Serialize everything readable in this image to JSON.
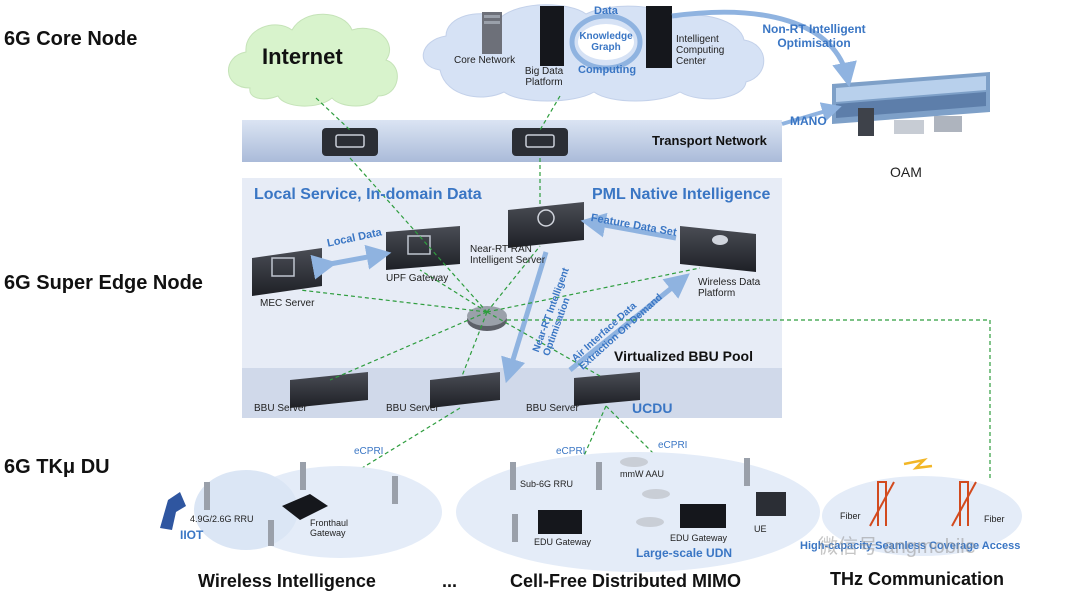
{
  "tiers": {
    "core": "6G Core Node",
    "edge": "6G Super Edge Node",
    "du": "6G TKμ DU"
  },
  "core": {
    "internet": "Internet",
    "core_network": "Core Network",
    "big_data": "Big Data Platform",
    "data_label": "Data",
    "knowledge_graph": "Knowledge Graph",
    "computing_label": "Computing",
    "intelligent_center": "Intelligent Computing Center",
    "non_rt": "Non-RT Intelligent Optimisation",
    "mano": "MANO",
    "oam": "OAM",
    "transport": "Transport Network"
  },
  "edge": {
    "local_service": "Local Service, In-domain Data",
    "pml": "PML Native Intelligence",
    "local_data": "Local Data",
    "feature_data": "Feature Data Set",
    "upf": "UPF Gateway",
    "near_rt_server": "Near-RT RAN Intelligent Server",
    "mec": "MEC Server",
    "wireless_data": "Wireless Data Platform",
    "near_rt_opt": "Near-RT Intelligent Optimisation",
    "air_interface": "Air Interface Data Extraction On Demand",
    "bbu_pool": "Virtualized BBU Pool",
    "bbu1": "BBU Server",
    "bbu2": "BBU Server",
    "bbu3": "BBU Server",
    "ucdu": "UCDU"
  },
  "du": {
    "cpri1": "eCPRI",
    "cpri2": "eCPRI",
    "cpri3": "eCPRI",
    "rru_4g": "4.9G/2.6G RRU",
    "fronthaul": "Fronthaul Gateway",
    "iiot": "IIOT",
    "sub6g": "Sub-6G RRU",
    "mmw": "mmW AAU",
    "edu1": "EDU Gateway",
    "edu2": "EDU Gateway",
    "ue": "UE",
    "udn": "Large-scale UDN",
    "fiber1": "Fiber",
    "fiber2": "Fiber",
    "thz_caption": "High-capacity Seamless Coverage Access"
  },
  "bottom": {
    "wireless": "Wireless Intelligence",
    "ellipsis": "...",
    "cellfree": "Cell-Free Distributed MIMO",
    "thz": "THz Communication"
  },
  "watermark": "微信号 angmobile",
  "colors": {
    "accent_blue": "#3a76c4",
    "arrow_blue": "#8fb3e0",
    "dashed_green": "#2e9d3e",
    "internet_cloud": "#d8f3cc",
    "core_cloud": "#d6e2f5",
    "edge_panel": "#e7ecf6",
    "transport_bar": "#c8d5ea"
  }
}
